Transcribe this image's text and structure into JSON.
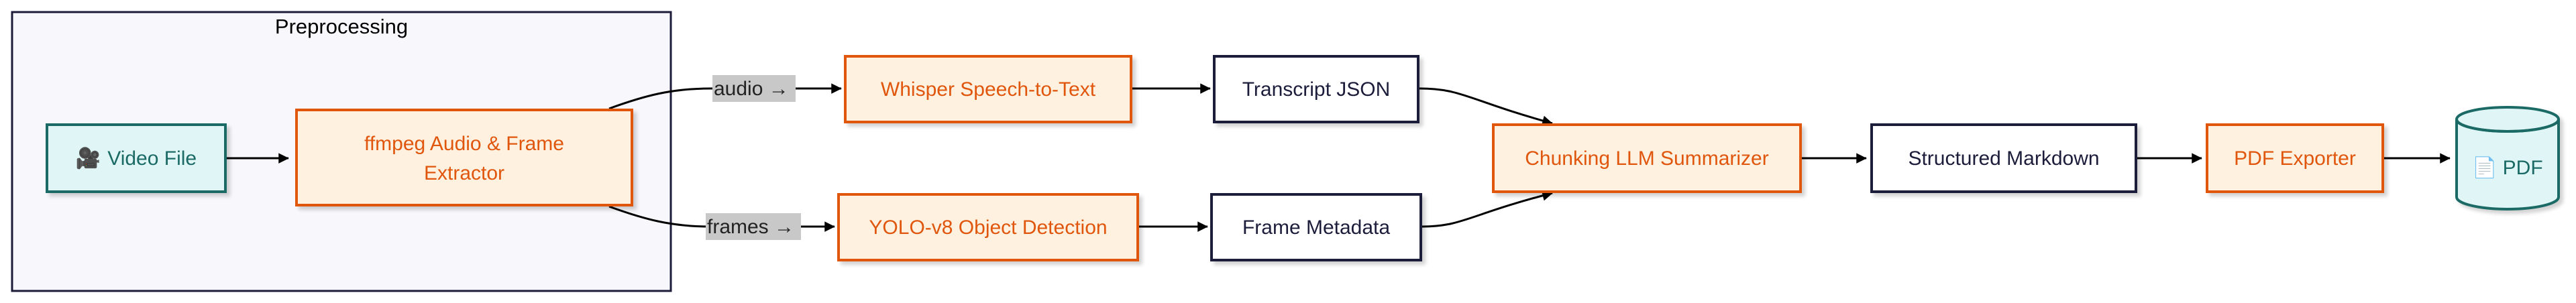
{
  "diagram": {
    "cluster": {
      "label": "Preprocessing"
    },
    "nodes": {
      "video_file": {
        "icon": "🎥",
        "label": "Video File"
      },
      "extractor": {
        "line1": "ffmpeg Audio & Frame",
        "line2": "Extractor"
      },
      "whisper": {
        "label": "Whisper Speech-to-Text"
      },
      "yolo": {
        "label": "YOLO-v8 Object Detection"
      },
      "transcript": {
        "label": "Transcript JSON"
      },
      "frame_metadata": {
        "label": "Frame Metadata"
      },
      "summarizer": {
        "label": "Chunking LLM Summarizer"
      },
      "markdown": {
        "label": "Structured Markdown"
      },
      "pdf_exporter": {
        "label": "PDF Exporter"
      },
      "pdf": {
        "icon": "📄",
        "label": "PDF"
      }
    },
    "edges": {
      "audio": "audio →",
      "frames": "frames →"
    },
    "colors": {
      "input_fill": "#e0f5f5",
      "input_stroke": "#1a6b66",
      "process_fill": "#fef1df",
      "process_stroke": "#e0560f",
      "process_text": "#e0560f",
      "data_stroke": "#1c1c3a",
      "cluster_fill": "#f8f8fc",
      "cluster_stroke": "#1c1c3a",
      "edge_label_bg": "#c8c8c8"
    }
  }
}
